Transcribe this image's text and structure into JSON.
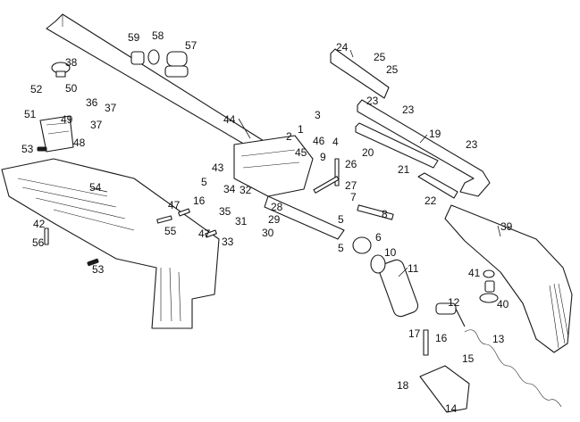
{
  "part_numbers": [
    "1",
    "2",
    "3",
    "4",
    "5",
    "5",
    "5",
    "6",
    "7",
    "8",
    "9",
    "10",
    "11",
    "12",
    "13",
    "14",
    "15",
    "16",
    "16",
    "17",
    "18",
    "19",
    "20",
    "21",
    "22",
    "23",
    "23",
    "23",
    "24",
    "25",
    "25",
    "26",
    "27",
    "28",
    "29",
    "30",
    "31",
    "32",
    "33",
    "34",
    "35",
    "36",
    "37",
    "37",
    "38",
    "39",
    "40",
    "41",
    "42",
    "43",
    "44",
    "45",
    "46",
    "47",
    "47",
    "48",
    "49",
    "50",
    "51",
    "52",
    "53",
    "53",
    "54",
    "55",
    "56",
    "57",
    "58",
    "59"
  ]
}
